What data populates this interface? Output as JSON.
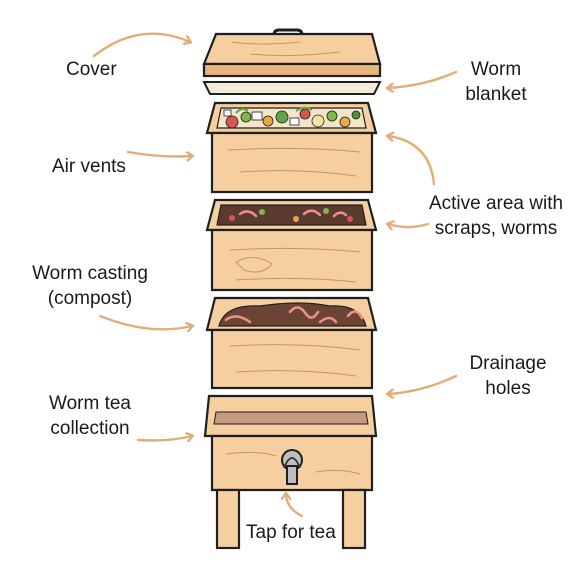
{
  "labels": {
    "cover": "Cover",
    "worm_blanket": [
      "Worm",
      "blanket"
    ],
    "air_vents": "Air vents",
    "active_area": [
      "Active area with",
      "scraps, worms"
    ],
    "worm_casting": [
      "Worm casting",
      "(compost)"
    ],
    "drainage_holes": [
      "Drainage",
      "holes"
    ],
    "worm_tea": [
      "Worm tea",
      "collection"
    ],
    "tap": "Tap for tea"
  },
  "colors": {
    "wood": "#F6CFA0",
    "wood_dark": "#E8B67E",
    "outline": "#1f1f1f",
    "arrow": "#E2AE78",
    "blanket": "#F4EAD8",
    "compost": "#6B4436",
    "worm": "#E9918A",
    "tea_soil": "#C79A82",
    "tap": "#BDBDBD"
  }
}
